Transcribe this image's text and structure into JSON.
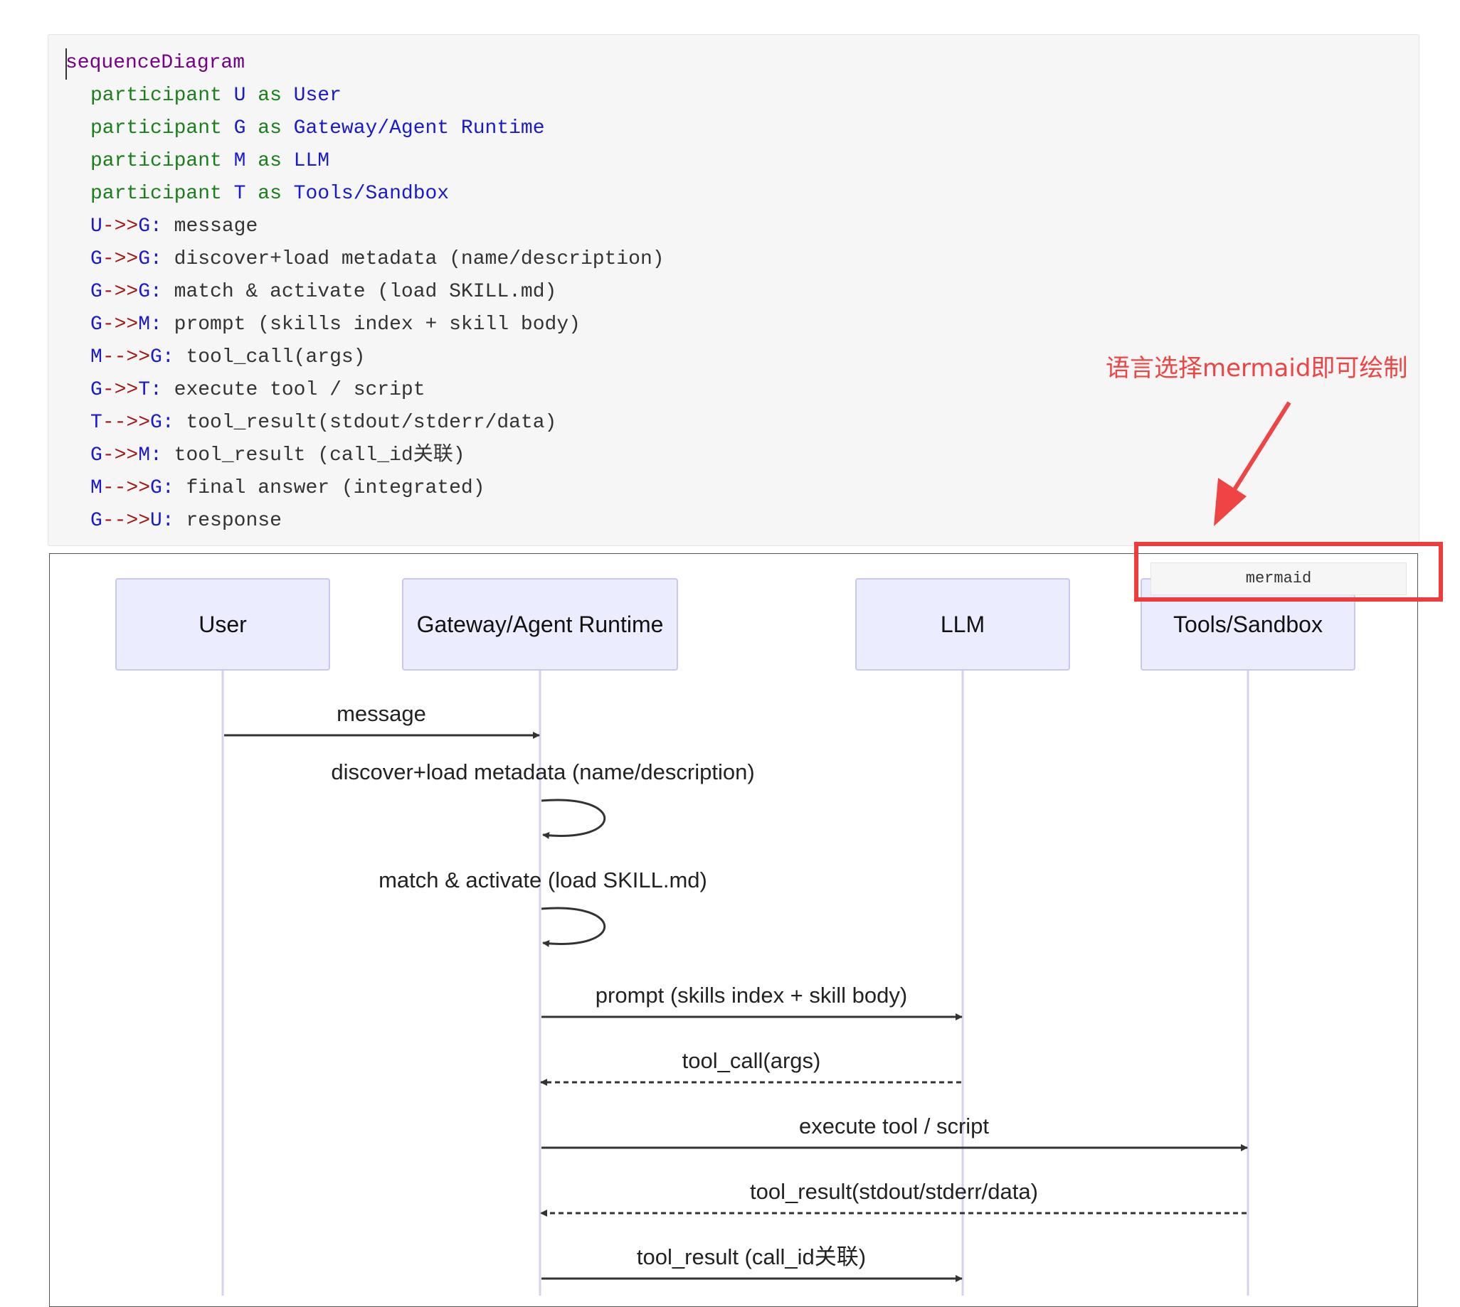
{
  "editor": {
    "code_lines": [
      {
        "indent": false,
        "tokens": [
          {
            "t": "sequenceDiagram",
            "c": "kw-purple"
          }
        ]
      },
      {
        "indent": true,
        "tokens": [
          {
            "t": "participant",
            "c": "kw-green"
          },
          {
            "t": " U ",
            "c": "kw-blue"
          },
          {
            "t": "as",
            "c": "kw-green"
          },
          {
            "t": " User",
            "c": "kw-blue"
          }
        ]
      },
      {
        "indent": true,
        "tokens": [
          {
            "t": "participant",
            "c": "kw-green"
          },
          {
            "t": " G ",
            "c": "kw-blue"
          },
          {
            "t": "as",
            "c": "kw-green"
          },
          {
            "t": " Gateway/Agent Runtime",
            "c": "kw-blue"
          }
        ]
      },
      {
        "indent": true,
        "tokens": [
          {
            "t": "participant",
            "c": "kw-green"
          },
          {
            "t": " M ",
            "c": "kw-blue"
          },
          {
            "t": "as",
            "c": "kw-green"
          },
          {
            "t": " LLM",
            "c": "kw-blue"
          }
        ]
      },
      {
        "indent": true,
        "tokens": [
          {
            "t": "participant",
            "c": "kw-green"
          },
          {
            "t": " T ",
            "c": "kw-blue"
          },
          {
            "t": "as",
            "c": "kw-green"
          },
          {
            "t": " Tools/Sandbox",
            "c": "kw-blue"
          }
        ]
      },
      {
        "indent": true,
        "tokens": [
          {
            "t": "U",
            "c": "kw-blue"
          },
          {
            "t": "->>",
            "c": "kw-red"
          },
          {
            "t": "G:",
            "c": "kw-blue"
          },
          {
            "t": " message",
            "c": "plain"
          }
        ]
      },
      {
        "indent": true,
        "tokens": [
          {
            "t": "G",
            "c": "kw-blue"
          },
          {
            "t": "->>",
            "c": "kw-red"
          },
          {
            "t": "G:",
            "c": "kw-blue"
          },
          {
            "t": " discover+load metadata (name/description)",
            "c": "plain"
          }
        ]
      },
      {
        "indent": true,
        "tokens": [
          {
            "t": "G",
            "c": "kw-blue"
          },
          {
            "t": "->>",
            "c": "kw-red"
          },
          {
            "t": "G:",
            "c": "kw-blue"
          },
          {
            "t": " match & activate (load SKILL.md)",
            "c": "plain"
          }
        ]
      },
      {
        "indent": true,
        "tokens": [
          {
            "t": "G",
            "c": "kw-blue"
          },
          {
            "t": "->>",
            "c": "kw-red"
          },
          {
            "t": "M:",
            "c": "kw-blue"
          },
          {
            "t": " prompt (skills index + skill body)",
            "c": "plain"
          }
        ]
      },
      {
        "indent": true,
        "tokens": [
          {
            "t": "M",
            "c": "kw-blue"
          },
          {
            "t": "-->>",
            "c": "kw-red"
          },
          {
            "t": "G:",
            "c": "kw-blue"
          },
          {
            "t": " tool_call(args)",
            "c": "plain"
          }
        ]
      },
      {
        "indent": true,
        "tokens": [
          {
            "t": "G",
            "c": "kw-blue"
          },
          {
            "t": "->>",
            "c": "kw-red"
          },
          {
            "t": "T:",
            "c": "kw-blue"
          },
          {
            "t": " execute tool / script",
            "c": "plain"
          }
        ]
      },
      {
        "indent": true,
        "tokens": [
          {
            "t": "T",
            "c": "kw-blue"
          },
          {
            "t": "-->>",
            "c": "kw-red"
          },
          {
            "t": "G:",
            "c": "kw-blue"
          },
          {
            "t": " tool_result(stdout/stderr/data)",
            "c": "plain"
          }
        ]
      },
      {
        "indent": true,
        "tokens": [
          {
            "t": "G",
            "c": "kw-blue"
          },
          {
            "t": "->>",
            "c": "kw-red"
          },
          {
            "t": "M:",
            "c": "kw-blue"
          },
          {
            "t": " tool_result (call_id关联)",
            "c": "plain"
          }
        ]
      },
      {
        "indent": true,
        "tokens": [
          {
            "t": "M",
            "c": "kw-blue"
          },
          {
            "t": "-->>",
            "c": "kw-red"
          },
          {
            "t": "G:",
            "c": "kw-blue"
          },
          {
            "t": " final answer (integrated)",
            "c": "plain"
          }
        ]
      },
      {
        "indent": true,
        "tokens": [
          {
            "t": "G",
            "c": "kw-blue"
          },
          {
            "t": "-->>",
            "c": "kw-red"
          },
          {
            "t": "U:",
            "c": "kw-blue"
          },
          {
            "t": " response",
            "c": "plain"
          }
        ]
      }
    ],
    "language_label": "mermaid"
  },
  "annotation": {
    "text": "语言选择mermaid即可绘制",
    "color": "#ee4444"
  },
  "diagram": {
    "actor_fill": "#ececff",
    "actor_stroke": "#c8c8f0",
    "lifeline_color": "#d8d0f0",
    "actors": [
      {
        "id": "U",
        "label": "User"
      },
      {
        "id": "G",
        "label": "Gateway/Agent Runtime"
      },
      {
        "id": "M",
        "label": "LLM"
      },
      {
        "id": "T",
        "label": "Tools/Sandbox"
      }
    ],
    "messages": [
      {
        "from": "U",
        "to": "G",
        "label": "message",
        "dashed": false
      },
      {
        "from": "G",
        "to": "G",
        "label": "discover+load metadata (name/description)",
        "dashed": false
      },
      {
        "from": "G",
        "to": "G",
        "label": "match & activate (load SKILL.md)",
        "dashed": false
      },
      {
        "from": "G",
        "to": "M",
        "label": "prompt (skills index + skill body)",
        "dashed": false
      },
      {
        "from": "M",
        "to": "G",
        "label": "tool_call(args)",
        "dashed": true
      },
      {
        "from": "G",
        "to": "T",
        "label": "execute tool / script",
        "dashed": false
      },
      {
        "from": "T",
        "to": "G",
        "label": "tool_result(stdout/stderr/data)",
        "dashed": true
      },
      {
        "from": "G",
        "to": "M",
        "label": "tool_result (call_id关联)",
        "dashed": false
      }
    ]
  }
}
